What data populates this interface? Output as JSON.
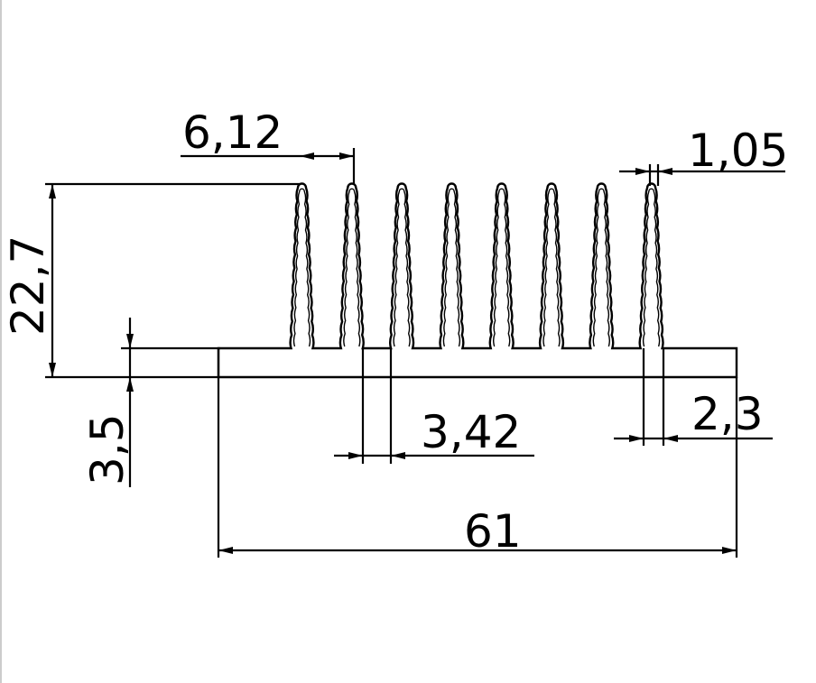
{
  "drawing": {
    "fin_count": 8,
    "dimensions": {
      "fin_pitch": "6,12",
      "fin_tip_width": "1,05",
      "total_height": "22,7",
      "base_thickness": "3,5",
      "fin_gap": "3,42",
      "fin_base_width": "2,3",
      "total_width": "61"
    }
  }
}
